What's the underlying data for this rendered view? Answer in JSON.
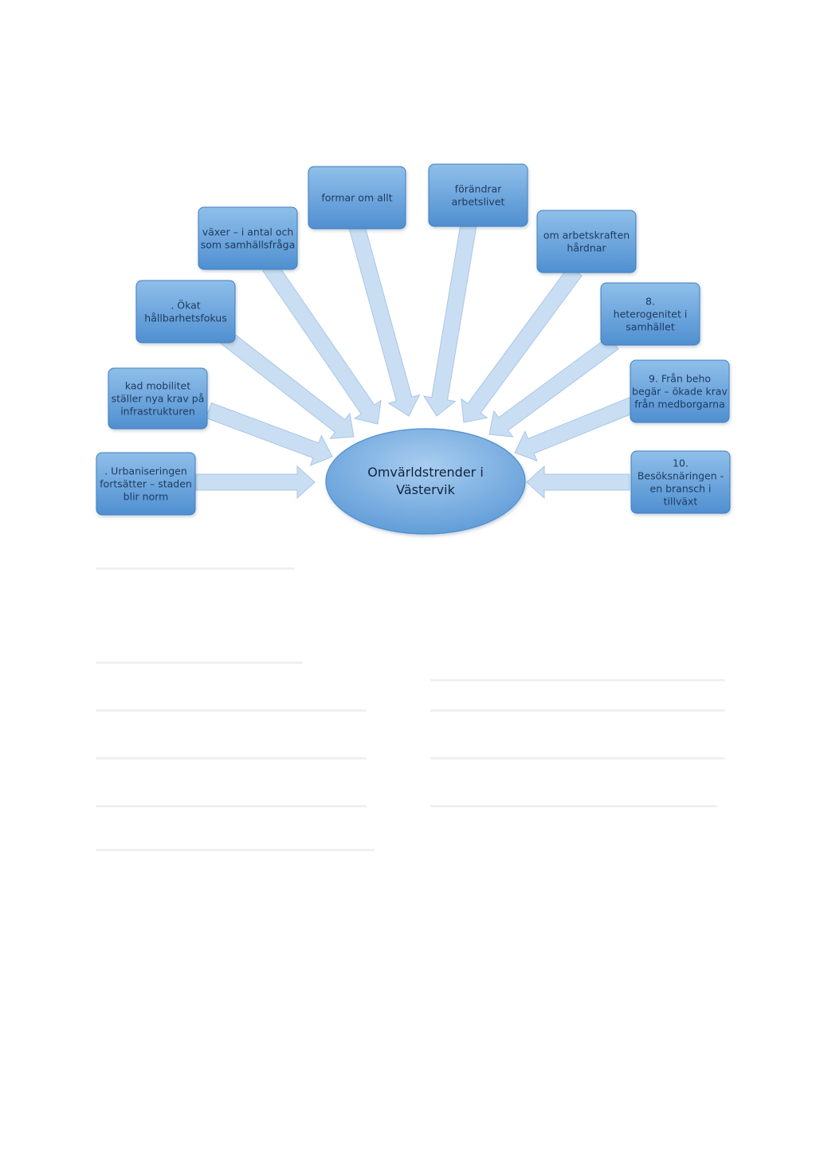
{
  "diagram": {
    "center": {
      "lines": [
        "Omvärldstrender i",
        "Västervik"
      ]
    },
    "nodes": [
      {
        "lines": [
          ". Urbaniseringen",
          "fortsätter – staden",
          "blir norm"
        ]
      },
      {
        "lines": [
          "kad mobilitet",
          "ställer nya krav på",
          "infrastrukturen"
        ]
      },
      {
        "lines": [
          ". Ökat",
          "hållbarhetsfokus"
        ]
      },
      {
        "lines": [
          "växer – i antal och",
          "som samhällsfråga"
        ]
      },
      {
        "lines": [
          "formar om allt"
        ]
      },
      {
        "lines": [
          "förändrar",
          "arbetslivet"
        ]
      },
      {
        "lines": [
          "om arbetskraften",
          "hårdnar"
        ]
      },
      {
        "lines": [
          "8.",
          "heterogenitet i",
          "samhället"
        ]
      },
      {
        "lines": [
          "9. Från beho",
          "begär – ökade krav",
          "från medborgarna"
        ]
      },
      {
        "lines": [
          "10.",
          "Besöksnäringen -",
          "en bransch i",
          "tillväxt"
        ]
      }
    ]
  },
  "colors": {
    "box_fill": "#5b9bd8",
    "box_edge": "#3f7fbf",
    "arrow_fill": "#c9def3",
    "arrow_edge": "#a9c6e6",
    "center_fill": "#6aa6dd"
  }
}
